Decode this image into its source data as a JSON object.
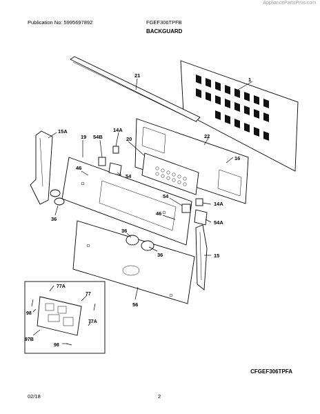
{
  "header": {
    "watermark": "AppliancePartsPros.com",
    "publication": "Publication No: 5995697892",
    "model": "FGEF306TPFB",
    "section": "BACKGUARD"
  },
  "footer": {
    "reference_code": "CFGEF306TPFA",
    "date": "02/18",
    "page": "2"
  },
  "callouts": {
    "p1": "1",
    "p21": "21",
    "p22": "22",
    "p16": "16",
    "p15a": "15A",
    "p19": "19",
    "p54b": "54B",
    "p14a_top": "14A",
    "p20": "20",
    "p46_top": "46",
    "p54_top": "54",
    "p36_left": "36",
    "p54_mid": "54",
    "p14a_mid": "14A",
    "p46_mid": "46",
    "p54a": "54A",
    "p36_a": "36",
    "p36_b": "36",
    "p15": "15",
    "p56": "56",
    "p77a_top": "77A",
    "p77": "77",
    "p98_left": "98",
    "p77a_bottom": "77A",
    "p97b": "97B",
    "p98_bottom": "98"
  }
}
